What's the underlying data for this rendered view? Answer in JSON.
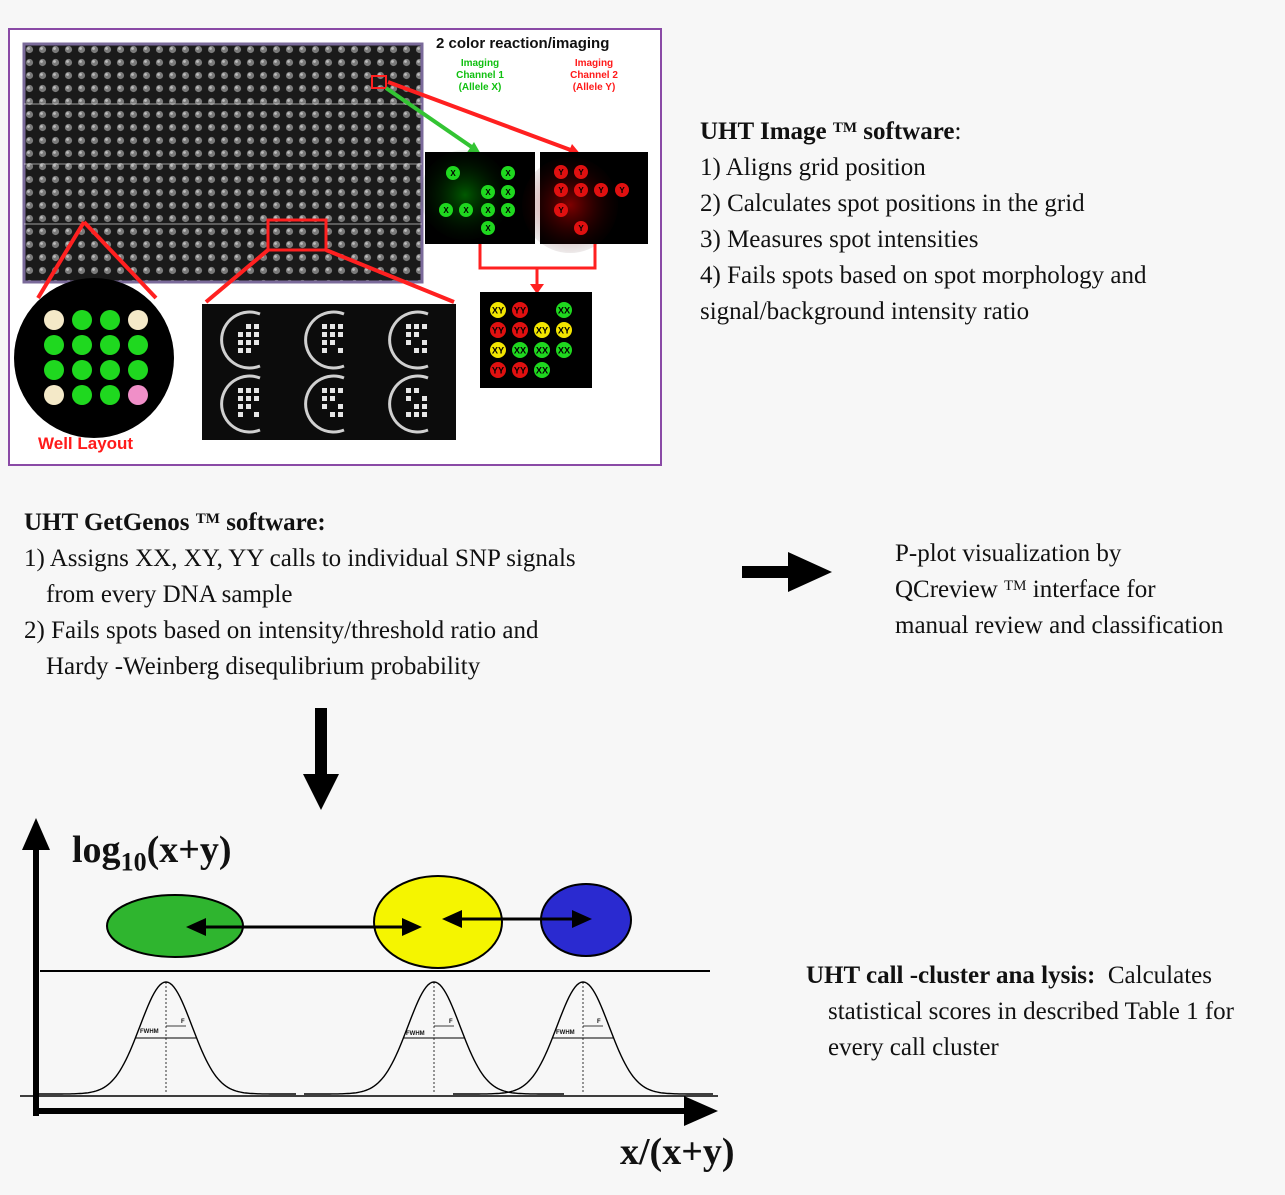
{
  "panel": {
    "header": "2 color reaction/imaging",
    "channel1": [
      "Imaging",
      "Channel 1",
      "(Allele X)"
    ],
    "channel2": [
      "Imaging",
      "Channel 2",
      "(Allele Y)"
    ],
    "well_layout_label": "Well Layout",
    "green_spots": [
      "X",
      "X",
      "X",
      "X",
      "X",
      "X",
      "X",
      "X",
      "X"
    ],
    "red_spots": [
      "Y",
      "Y",
      "Y",
      "Y",
      "Y",
      "Y",
      "Y",
      "Y"
    ],
    "merged_rows": [
      [
        "XY",
        "YY",
        "",
        "XX"
      ],
      [
        "YY",
        "YY",
        "XY",
        "XY"
      ],
      [
        "XY",
        "XX",
        "XX",
        "XX"
      ],
      [
        "YY",
        "YY",
        "XX",
        ""
      ]
    ],
    "colors": {
      "border": "#8a4aa6",
      "arrow_red": "#ff2020",
      "arrow_green": "#33c433",
      "spot_green": "#1fd81f",
      "spot_red": "#e01010",
      "spot_yellow": "#f2e600"
    }
  },
  "uht_image": {
    "title": "UHT Image",
    "tm": "TM",
    "title_suffix": "software",
    "colon": ":",
    "items": [
      "1) Aligns grid position",
      "2) Calculates spot positions in the grid",
      "3) Measures spot intensities",
      "4) Fails spots based on spot morphology and",
      "signal/background intensity ratio"
    ]
  },
  "getgenos": {
    "title": "UHT  GetGenos",
    "tm": "TM",
    "title_suffix": "software:",
    "lines": [
      "1) Assigns XX, XY, YY calls to individual SNP signals",
      "from every DNA sample",
      "2) Fails spots based on intensity/threshold ratio and",
      "Hardy -Weinberg  disequlibrium  probability"
    ]
  },
  "pplot": {
    "line1": "P-plot visualization by",
    "line2_pre": "QCreview",
    "tm": "TM",
    "line2_post": "interface for",
    "line3": "manual review and classification"
  },
  "cluster": {
    "title": "UHT call -cluster ana lysis:",
    "title_rest": "Calculates",
    "line2": "statistical scores in described Table 1 for",
    "line3": "every call cluster"
  },
  "plot": {
    "ylabel_main": "log",
    "ylabel_sub": "10",
    "ylabel_rest": "(x+y)",
    "xlabel": "x/(x+y)",
    "peak_labels": [
      "FWHM",
      "FWHM",
      "FWHM"
    ],
    "peak_marks": [
      "F",
      "F",
      "F"
    ],
    "cluster_colors": [
      "#2fb52f",
      "#f5f500",
      "#2a2ad0"
    ]
  }
}
